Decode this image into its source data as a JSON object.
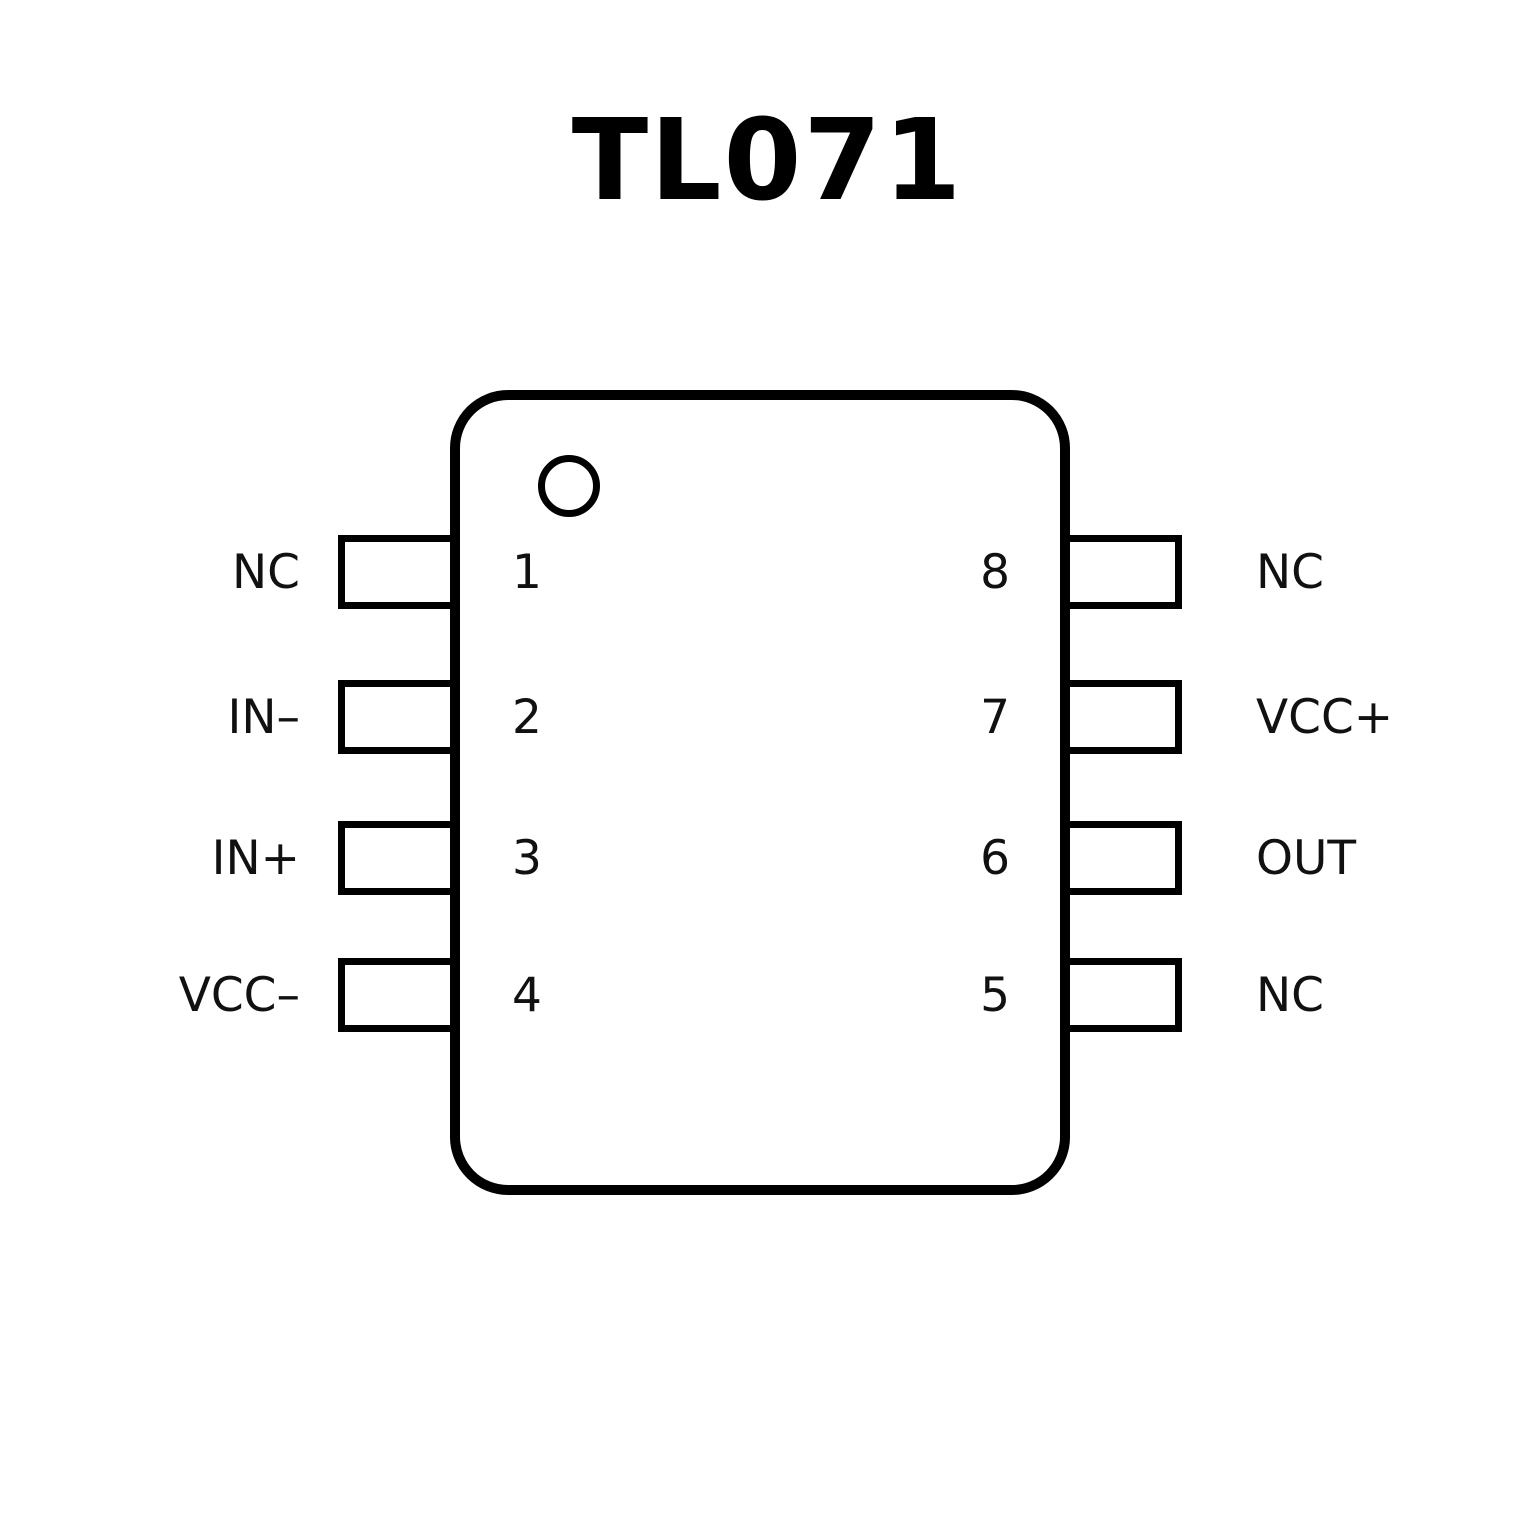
{
  "title": "TL071",
  "chip": {
    "package": "8-pin",
    "pin1_indicator": "circle-dot",
    "left_pins": [
      {
        "number": "1",
        "label": "NC"
      },
      {
        "number": "2",
        "label": "IN–"
      },
      {
        "number": "3",
        "label": "IN+"
      },
      {
        "number": "4",
        "label": "VCC–"
      }
    ],
    "right_pins": [
      {
        "number": "8",
        "label": "NC"
      },
      {
        "number": "7",
        "label": "VCC+"
      },
      {
        "number": "6",
        "label": "OUT"
      },
      {
        "number": "5",
        "label": "NC"
      }
    ]
  },
  "colors": {
    "background": "#ffffff",
    "stroke": "#000000",
    "text": "#111111"
  }
}
